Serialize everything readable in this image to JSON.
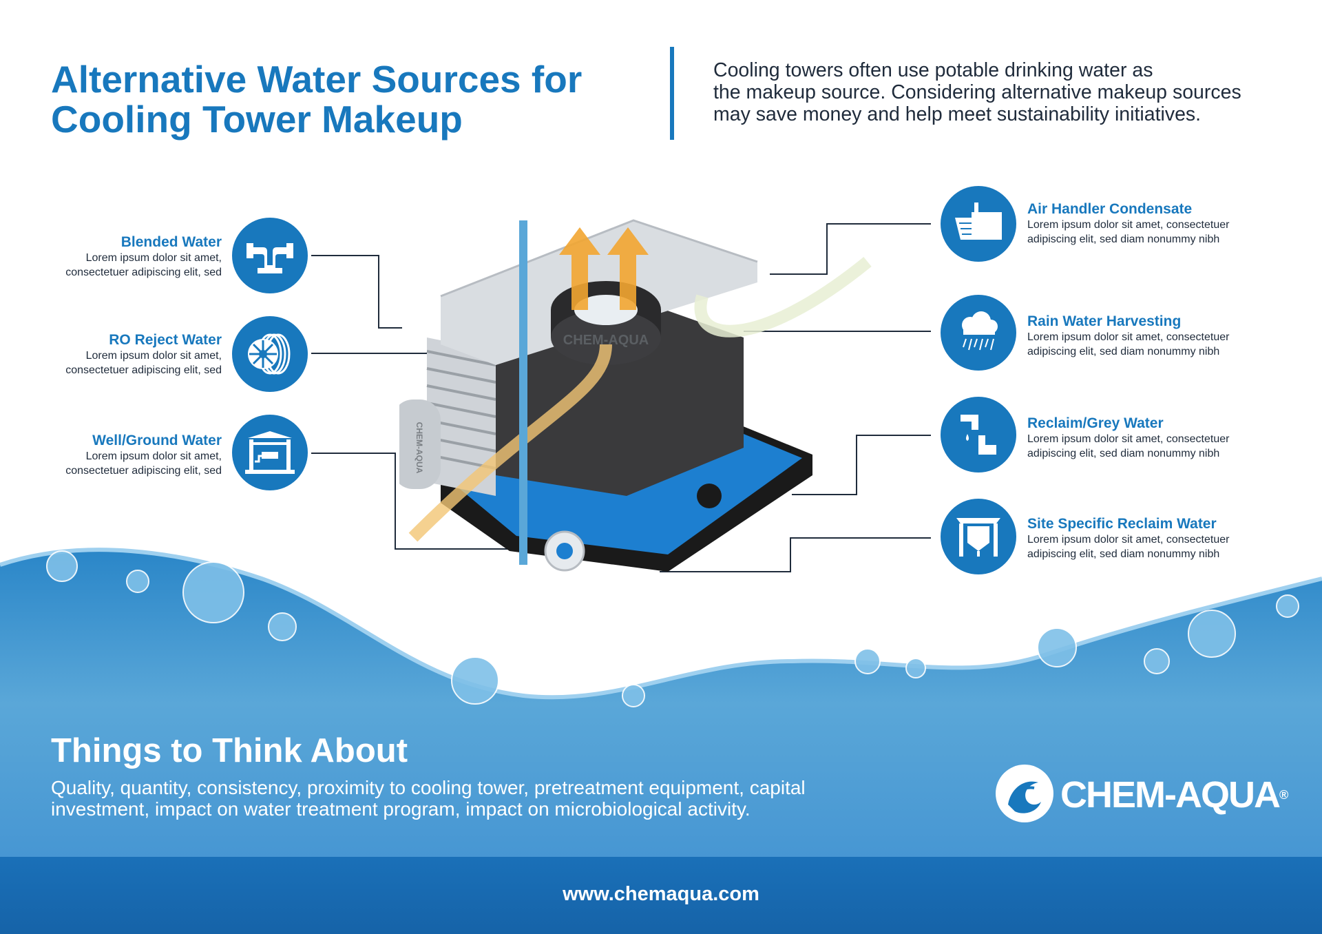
{
  "header": {
    "title_line1": "Alternative Water Sources for",
    "title_line2": "Cooling Tower Makeup",
    "intro_line1": "Cooling towers often use potable drinking water as",
    "intro_line2": "the makeup source. Considering alternative makeup sources",
    "intro_line3": "may save money and help meet sustainability initiatives."
  },
  "left_items": [
    {
      "title": "Blended Water",
      "desc1": "Lorem ipsum dolor sit amet,",
      "desc2": "consectetuer adipiscing elit, sed",
      "icon": "pipes-icon"
    },
    {
      "title": "RO Reject Water",
      "desc1": "Lorem ipsum dolor sit amet,",
      "desc2": "consectetuer adipiscing elit, sed",
      "icon": "ro-membrane-icon"
    },
    {
      "title": "Well/Ground Water",
      "desc1": "Lorem ipsum dolor sit amet,",
      "desc2": "consectetuer adipiscing elit, sed",
      "icon": "well-icon"
    }
  ],
  "right_items": [
    {
      "title": "Air Handler Condensate",
      "desc1": "Lorem ipsum dolor sit amet, consectetuer",
      "desc2": "adipiscing elit, sed diam nonummy nibh",
      "icon": "air-handler-icon"
    },
    {
      "title": "Rain Water Harvesting",
      "desc1": "Lorem ipsum dolor sit amet, consectetuer",
      "desc2": "adipiscing elit, sed diam nonummy nibh",
      "icon": "rain-cloud-icon"
    },
    {
      "title": "Reclaim/Grey Water",
      "desc1": "Lorem ipsum dolor sit amet, consectetuer",
      "desc2": "adipiscing elit, sed diam nonummy nibh",
      "icon": "faucet-pipe-icon"
    },
    {
      "title": "Site Specific Reclaim Water",
      "desc1": "Lorem ipsum dolor sit amet, consectetuer",
      "desc2": "adipiscing elit, sed diam nonummy nibh",
      "icon": "reclaim-unit-icon"
    }
  ],
  "diagram": {
    "tower_brand": "CHEM-AQUA",
    "tank_brand": "CHEM-AQUA"
  },
  "bottom": {
    "heading": "Things to Think About",
    "body_line1": "Quality, quantity, consistency, proximity to cooling tower, pretreatment equipment, capital",
    "body_line2": "investment, impact on water treatment program, impact on microbiological activity.",
    "logo_text": "CHEM-AQUA",
    "logo_mark": "®",
    "url": "www.chemaqua.com"
  },
  "colors": {
    "brand_blue": "#1878bd",
    "text_dark": "#1f2b3b",
    "water_light": "#5aa7d8",
    "water_dark": "#1a70b8",
    "airflow_orange": "#f2a531"
  }
}
